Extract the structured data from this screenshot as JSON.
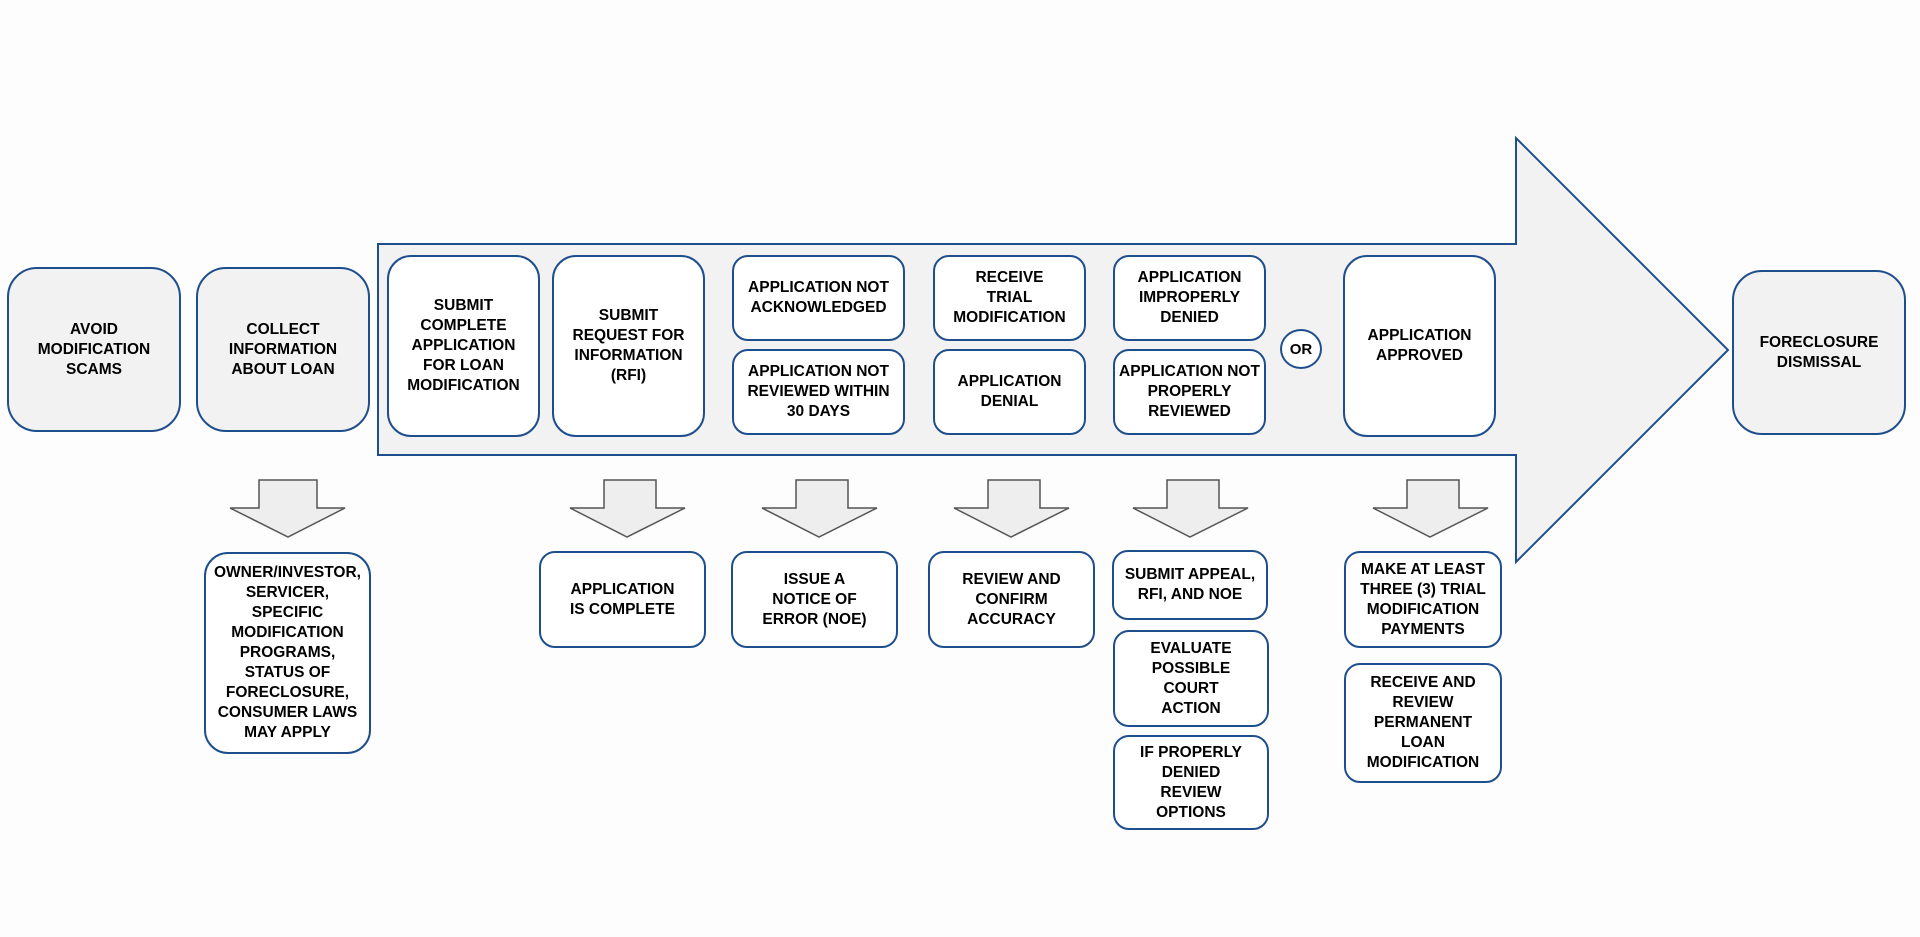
{
  "colors": {
    "box_border": "#1f4e8c",
    "arrow_fill": "#f2f2f2",
    "down_arrow_fill": "#eeeeee",
    "down_arrow_stroke": "#555555"
  },
  "steps": {
    "avoid_scams": "AVOID\nMODIFICATION\nSCAMS",
    "collect_info": "COLLECT\nINFORMATION\nABOUT LOAN",
    "foreclosure_dismissal": "FORECLOSURE\nDISMISSAL"
  },
  "arrow_stages": {
    "submit_application": "SUBMIT\nCOMPLETE\nAPPLICATION\nFOR LOAN\nMODIFICATION",
    "submit_rfi": "SUBMIT\nREQUEST FOR\nINFORMATION\n(RFI)",
    "not_acknowledged": "APPLICATION NOT\nACKNOWLEDGED",
    "not_reviewed": "APPLICATION NOT\nREVIEWED WITHIN\n30 DAYS",
    "receive_trial": "RECEIVE\nTRIAL\nMODIFICATION",
    "application_denial": "APPLICATION\nDENIAL",
    "improperly_denied": "APPLICATION\nIMPROPERLY\nDENIED",
    "not_properly_reviewed": "APPLICATION NOT\nPROPERLY\nREVIEWED",
    "or_label": "OR",
    "application_approved": "APPLICATION\nAPPROVED"
  },
  "outcomes": {
    "owner_investor": "OWNER/INVESTOR,\nSERVICER,\nSPECIFIC\nMODIFICATION\nPROGRAMS,\nSTATUS OF\nFORECLOSURE,\nCONSUMER LAWS\nMAY APPLY",
    "application_complete": "APPLICATION\nIS COMPLETE",
    "issue_noe": "ISSUE A\nNOTICE OF\nERROR (NOE)",
    "review_confirm": "REVIEW AND\nCONFIRM\nACCURACY",
    "submit_appeal": "SUBMIT APPEAL,\nRFI, AND NOE",
    "evaluate_court": "EVALUATE\nPOSSIBLE\nCOURT\nACTION",
    "if_properly_denied": "IF PROPERLY\nDENIED\nREVIEW\nOPTIONS",
    "trial_payments": "MAKE AT LEAST\nTHREE (3) TRIAL\nMODIFICATION\nPAYMENTS",
    "permanent_mod": "RECEIVE AND\nREVIEW\nPERMANENT LOAN\nMODIFICATION"
  }
}
